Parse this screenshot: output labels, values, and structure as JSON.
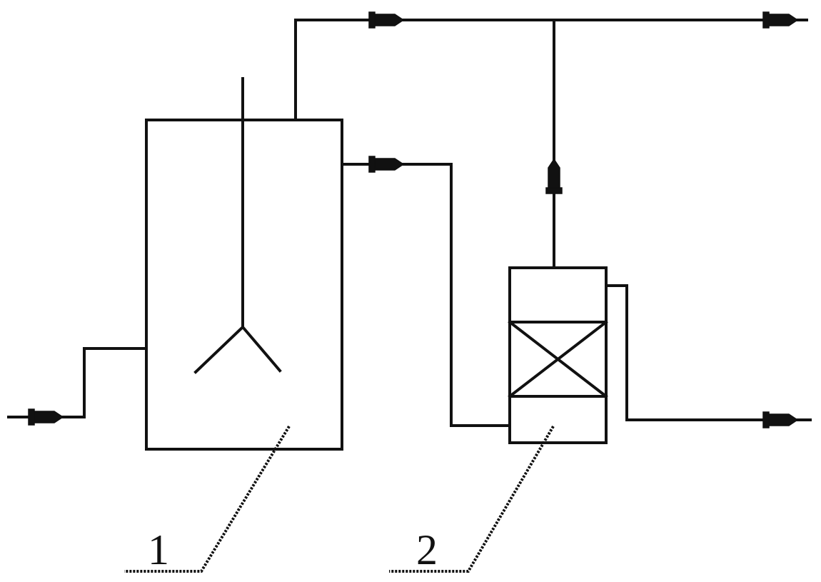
{
  "diagram": {
    "components": [
      {
        "id": "1",
        "label": "1"
      },
      {
        "id": "2",
        "label": "2"
      }
    ]
  }
}
